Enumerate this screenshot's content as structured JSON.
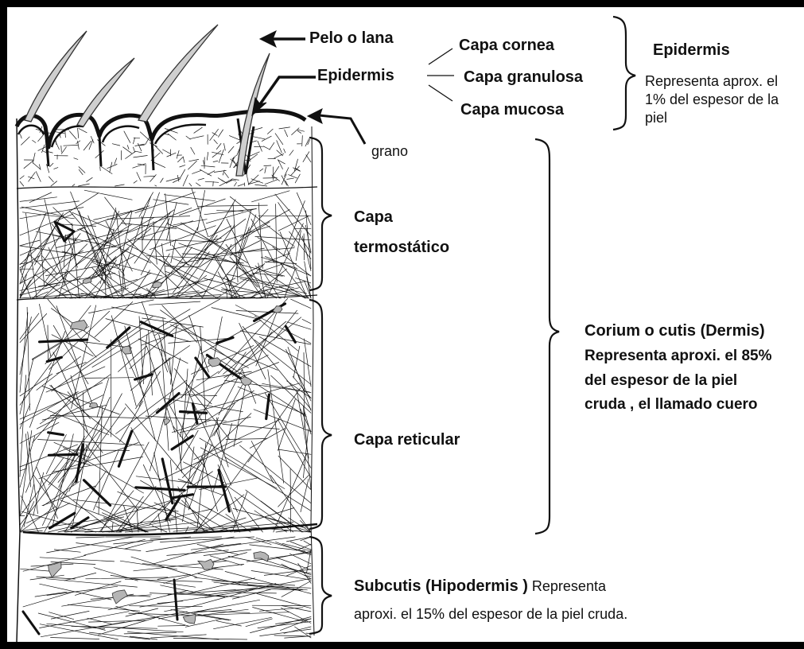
{
  "labels": {
    "pelo": "Pelo o lana",
    "epidermis_arrow": "Epidermis",
    "capa_cornea": "Capa cornea",
    "capa_granulosa": "Capa granulosa",
    "capa_mucosa": "Capa mucosa",
    "epidermis_title": "Epidermis",
    "epidermis_desc_1": "Representa aprox. el",
    "epidermis_desc_2": "1% del espesor de la",
    "epidermis_desc_3": "piel",
    "grano": "grano",
    "capa_termo_1": "Capa",
    "capa_termo_2": "termostático",
    "capa_reticular": "Capa reticular",
    "corium_title": "Corium o cutis (Dermis)",
    "corium_desc_1": "Representa  aproxi. el 85%",
    "corium_desc_2": "del espesor de la piel",
    "corium_desc_3": "cruda , el llamado cuero",
    "subcutis_title": "Subcutis (Hipodermis )",
    "subcutis_desc_1": " Representa",
    "subcutis_desc_2": "aproxi. el 15% del espesor de la piel cruda."
  },
  "colors": {
    "background": "#ffffff",
    "frame": "#000000",
    "line": "#111111",
    "fill_gray": "#b5b5b5"
  }
}
